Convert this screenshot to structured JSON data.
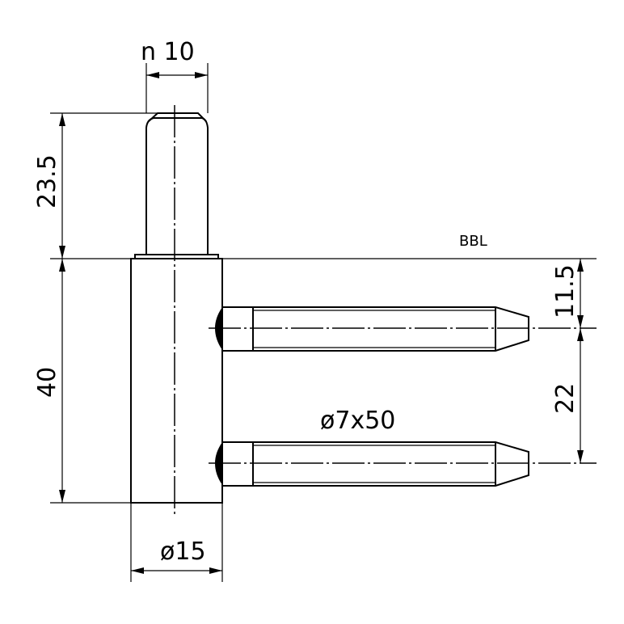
{
  "dimensions": {
    "pin_diameter": "n 10",
    "pin_height": "23.5",
    "body_height": "40",
    "body_diameter": "ø15",
    "reference_line": "BBL",
    "first_pin_offset": "11.5",
    "pin_spacing": "22",
    "pin_size": "ø7x50"
  }
}
